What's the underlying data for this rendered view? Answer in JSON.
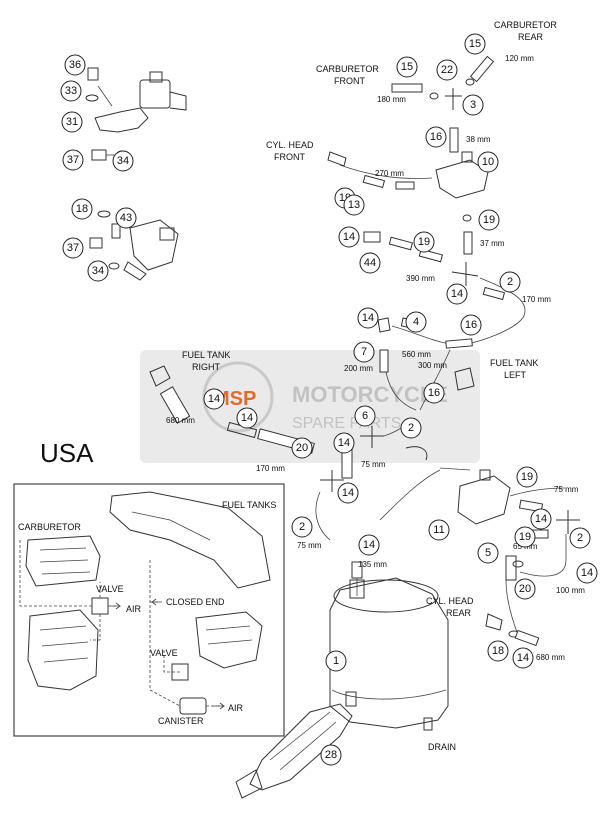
{
  "region_label": "USA",
  "callouts": [
    "36",
    "33",
    "31",
    "37",
    "34",
    "18",
    "43",
    "37",
    "34",
    "15",
    "15",
    "22",
    "3",
    "16",
    "10",
    "19",
    "13",
    "19",
    "14",
    "44",
    "19",
    "14",
    "2",
    "14",
    "4",
    "16",
    "7",
    "16",
    "14",
    "14",
    "6",
    "2",
    "20",
    "14",
    "14",
    "2",
    "1",
    "14",
    "28",
    "19",
    "11",
    "14",
    "2",
    "5",
    "19",
    "20",
    "14",
    "18",
    "14"
  ],
  "labels": {
    "carb_rear": [
      "CARBURETOR",
      "REAR"
    ],
    "carb_front": [
      "CARBURETOR",
      "FRONT"
    ],
    "cyl_head_front": [
      "CYL. HEAD",
      "FRONT"
    ],
    "fuel_tank_right": [
      "FUEL TANK",
      "RIGHT"
    ],
    "fuel_tank_left": [
      "FUEL TANK",
      "LEFT"
    ],
    "cyl_head_rear": [
      "CYL. HEAD",
      "REAR"
    ],
    "drain": "DRAIN"
  },
  "lengths": [
    "120 mm",
    "180 mm",
    "38 mm",
    "270 mm",
    "37 mm",
    "390 mm",
    "170 mm",
    "560 mm",
    "200 mm",
    "300 mm",
    "680 mm",
    "170 mm",
    "75 mm",
    "75 mm",
    "135 mm",
    "75 mm",
    "65 mm",
    "100 mm",
    "680 mm"
  ],
  "inset": {
    "fuel_tanks": "FUEL TANKS",
    "carburetor": "CARBURETOR",
    "valve_top": "VALVE",
    "air_top": "AIR",
    "closed_end": "CLOSED END",
    "valve_bottom": "VALVE",
    "canister": "CANISTER",
    "air_bottom": "AIR"
  },
  "watermark": {
    "brand": "MOTORCYCLE",
    "sub": "SPARE PARTS",
    "mark": "MSP"
  }
}
